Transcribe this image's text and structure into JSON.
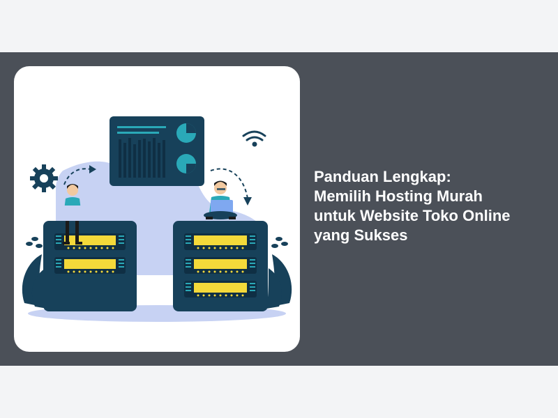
{
  "article": {
    "title_lines": [
      "Panduan Lengkap:",
      "Memilih Hosting Murah",
      "untuk Website Toko Online",
      "yang Sukses"
    ]
  },
  "illustration": {
    "icons": [
      "gear-icon",
      "wifi-icon",
      "analytics-dashboard-icon",
      "server-rack-icon",
      "person-with-laptop-icon",
      "leaf-icon"
    ]
  },
  "colors": {
    "banner_bg": "#4b5058",
    "page_bg": "#f3f4f6",
    "server_navy": "#17415a",
    "server_slot": "#f4d93a",
    "accent_teal": "#2aa9b8",
    "path_lavender": "#c7d2f3"
  }
}
